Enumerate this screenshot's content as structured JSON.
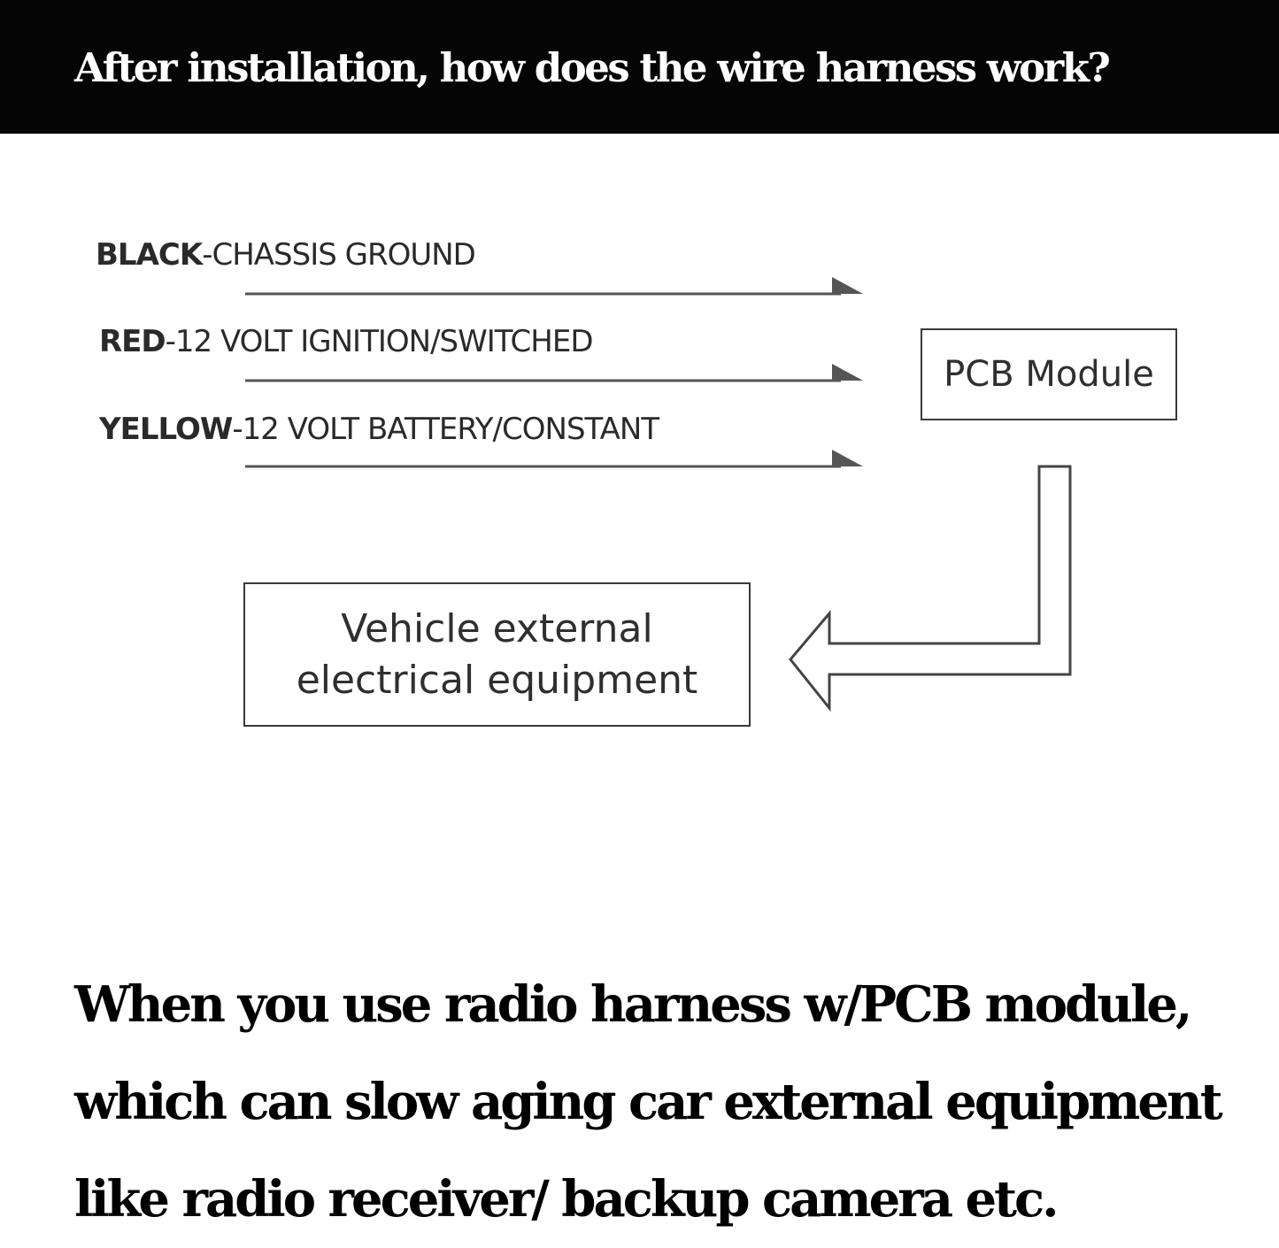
{
  "header": {
    "title": "After installation, how does the wire harness work?"
  },
  "wires": [
    {
      "color": "BLACK",
      "description": "-CHASSIS GROUND"
    },
    {
      "color": "RED",
      "description": "-12 VOLT IGNITION/SWITCHED"
    },
    {
      "color": "YELLOW",
      "description": "-12 VOLT BATTERY/CONSTANT"
    }
  ],
  "pcb_module": {
    "label": "PCB Module"
  },
  "equipment": {
    "label": "Vehicle external\nelectrical equipment"
  },
  "footer": {
    "lines": [
      "When you use radio harness w/PCB module,",
      "which can slow aging car external equipment",
      "like radio receiver/ backup camera etc."
    ]
  }
}
